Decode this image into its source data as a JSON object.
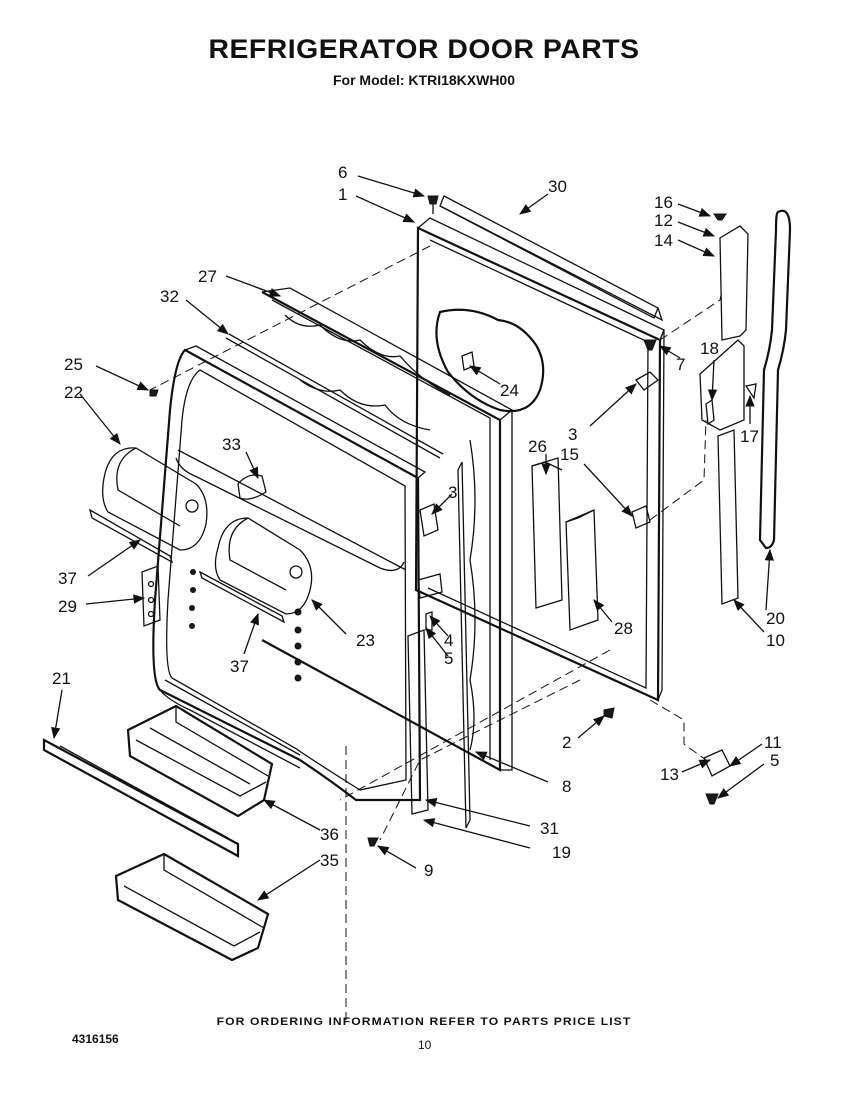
{
  "title": "REFRIGERATOR DOOR PARTS",
  "model_line": "For Model: KTRI18KXWH00",
  "footer_note": "FOR ORDERING INFORMATION REFER TO PARTS PRICE LIST",
  "doc_number": "4316156",
  "page_number": "10",
  "labels": {
    "p1": "1",
    "p2": "2",
    "p3a": "3",
    "p3b": "3",
    "p4": "4",
    "p5a": "5",
    "p5b": "5",
    "p6": "6",
    "p7": "7",
    "p8": "8",
    "p9": "9",
    "p10": "10",
    "p11": "11",
    "p12": "12",
    "p13": "13",
    "p14": "14",
    "p15": "15",
    "p16": "16",
    "p17": "17",
    "p18": "18",
    "p19": "19",
    "p20": "20",
    "p21": "21",
    "p22": "22",
    "p23": "23",
    "p24": "24",
    "p25": "25",
    "p26": "26",
    "p27": "27",
    "p28": "28",
    "p29": "29",
    "p30": "30",
    "p31": "31",
    "p32": "32",
    "p33": "33",
    "p35": "35",
    "p36": "36",
    "p37a": "37",
    "p37b": "37"
  }
}
